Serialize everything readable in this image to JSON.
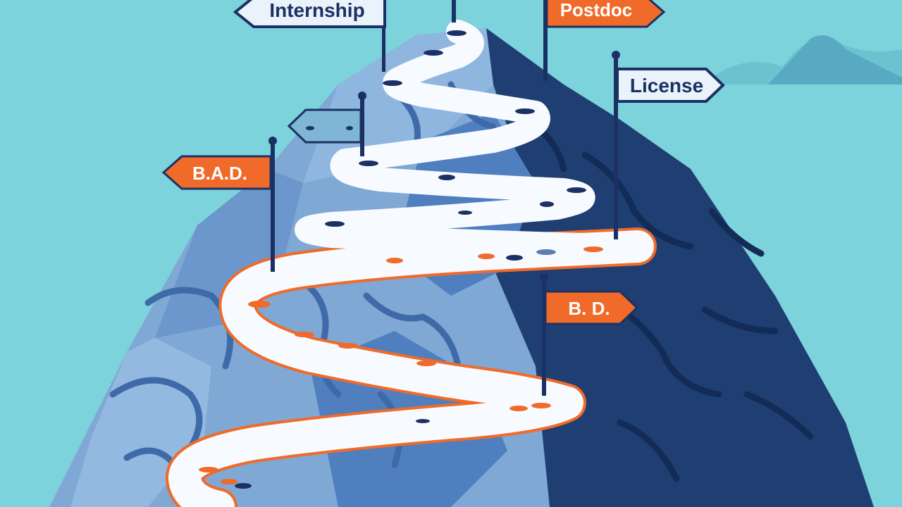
{
  "colors": {
    "sky": "#7dd3dc",
    "mountain_light": "#7fa8d4",
    "mountain_mid": "#4f7fbf",
    "mountain_dark": "#1f3f72",
    "path": "#f7fbff",
    "path_orange_edge": "#f06a2a",
    "sign_navy": "#1c3163",
    "sign_orange": "#f06a2a",
    "text_white": "#ffffff"
  },
  "signs": [
    {
      "label": "Internship",
      "style": "light",
      "direction": "left"
    },
    {
      "label": "Postdoc",
      "style": "orange",
      "direction": "right"
    },
    {
      "label": "License",
      "style": "light",
      "direction": "right"
    },
    {
      "label": "",
      "style": "light",
      "direction": "left"
    },
    {
      "label": "B.A.D.",
      "style": "orange",
      "direction": "left"
    },
    {
      "label": "B. D.",
      "style": "orange",
      "direction": "right"
    }
  ]
}
